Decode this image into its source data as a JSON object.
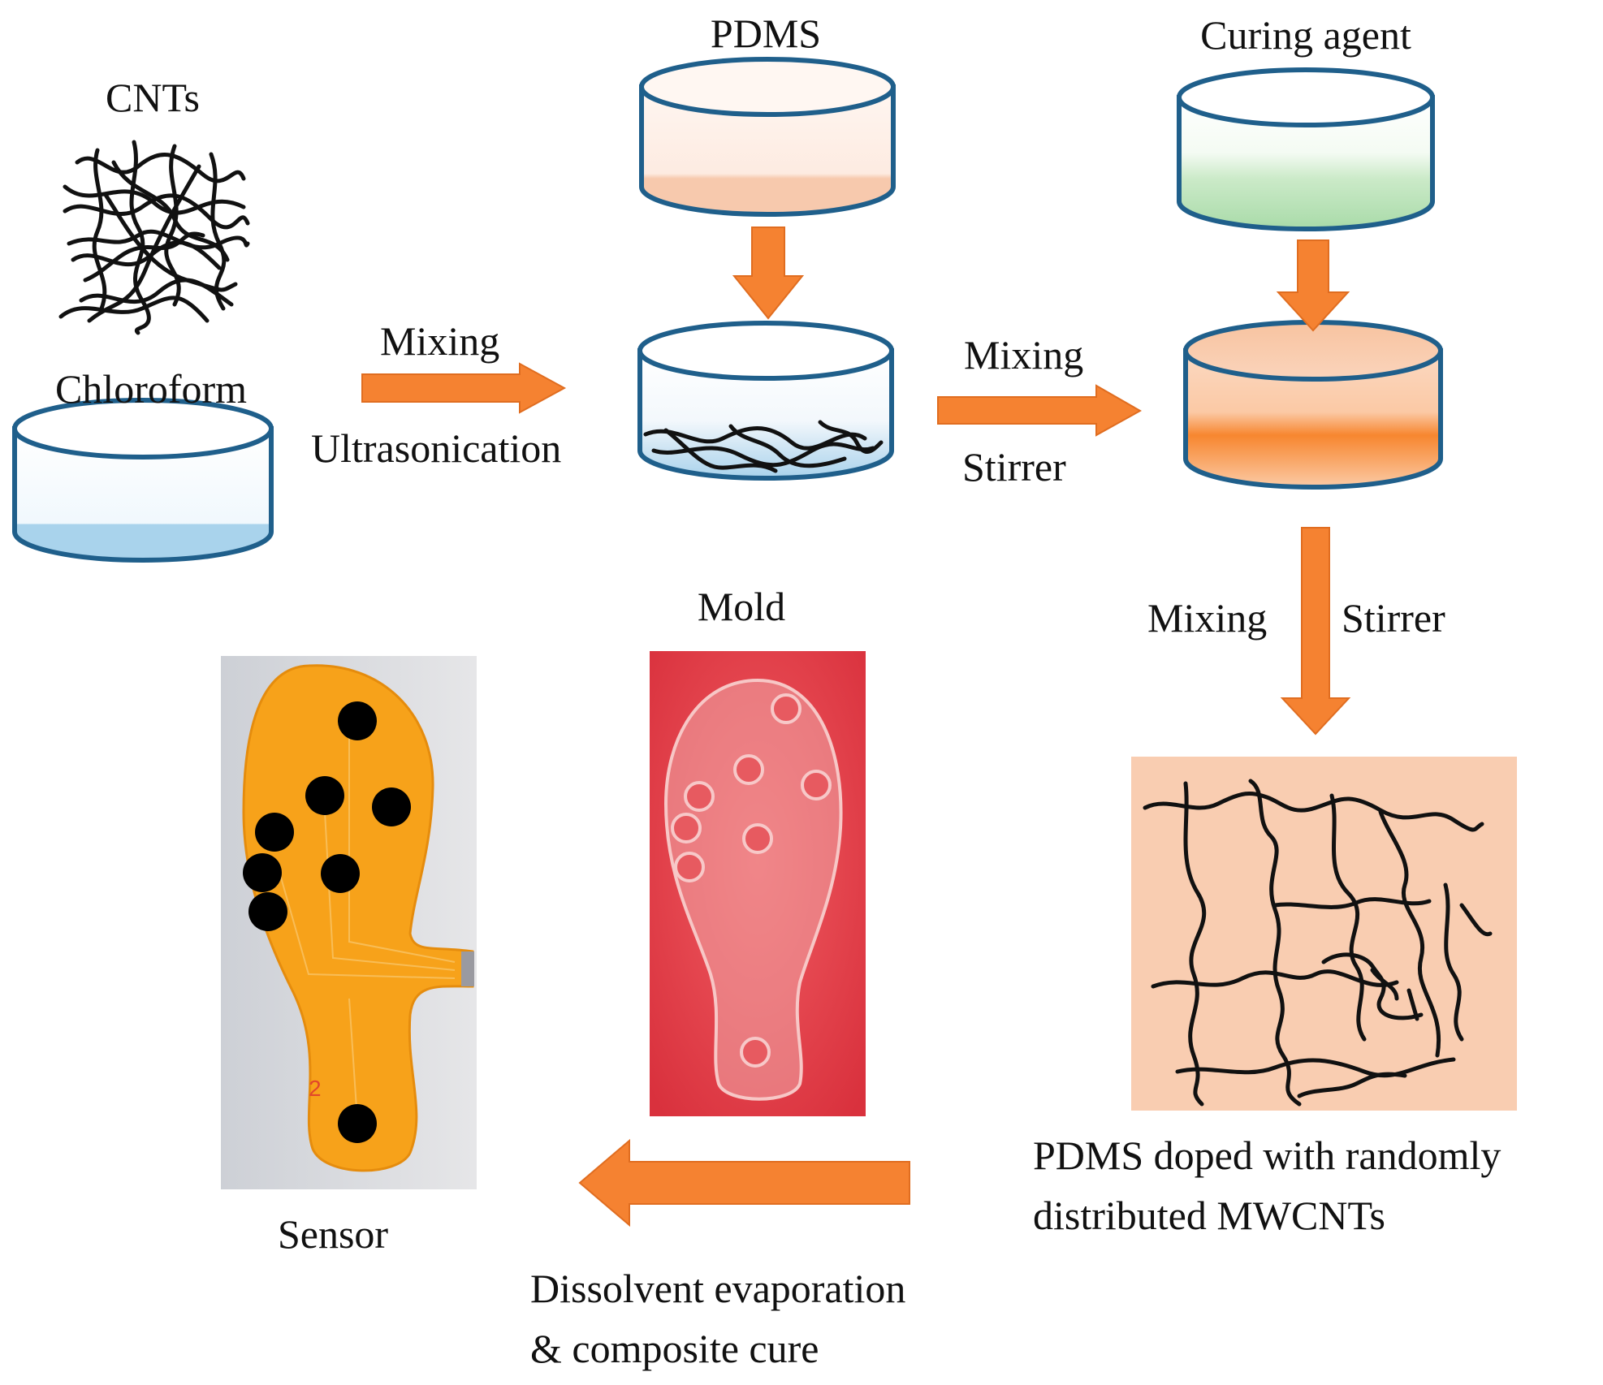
{
  "labels": {
    "cnts": "CNTs",
    "chloroform": "Chloroform",
    "pdms": "PDMS",
    "curing_agent": "Curing agent",
    "mixing_1": "Mixing",
    "ultrasonication": "Ultrasonication",
    "mixing_2": "Mixing",
    "stirrer_2": "Stirrer",
    "mixing_3": "Mixing",
    "stirrer_3": "Stirrer",
    "mold": "Mold",
    "sensor": "Sensor",
    "composite_line1": "PDMS doped with randomly",
    "composite_line2": "distributed MWCNTs",
    "cure_line1": "Dissolvent evaporation",
    "cure_line2": "& composite cure"
  },
  "colors": {
    "arrow": "#f58231",
    "outline": "#1f5f8b",
    "chloroform_liquid": "#a9d3ec",
    "pdms_liquid": "#f7c9ad",
    "curing_liquid": "#a9dba9",
    "mixture_liquid": "#f98a3c",
    "composite_bg": "#f9cdb1",
    "mold_bg": "#e8474e",
    "sensor_insole": "#f7a21a",
    "sensor_bg": "#d8d9dd"
  }
}
